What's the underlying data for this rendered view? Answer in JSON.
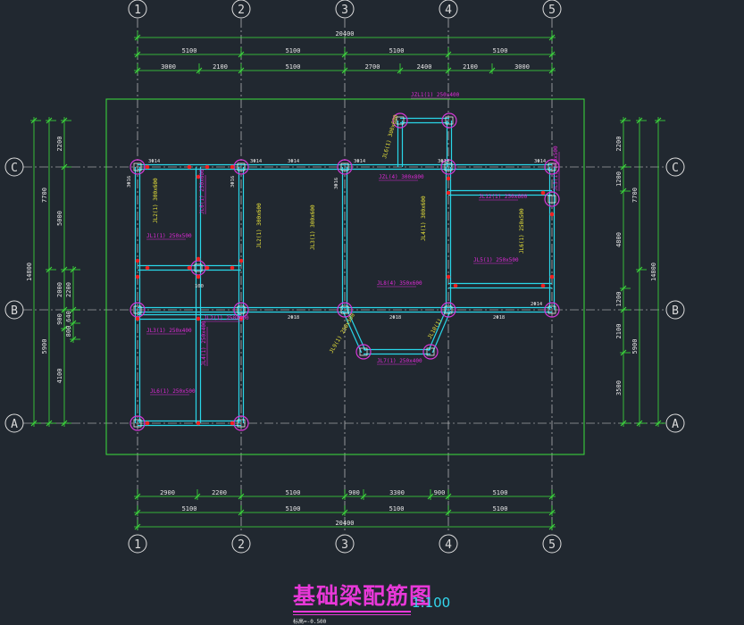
{
  "drawing": {
    "title": "基础梁配筋图",
    "scale": "1:100",
    "note": "标高=-0.500",
    "colors": {
      "background": "#212830",
      "axis": "#dcdcdc",
      "dimension": "#3ce03c",
      "beam": "#29d6e8",
      "column_pad": "#d838d8",
      "label_magenta": "#e02ad8",
      "label_yellow": "#e8e23a",
      "rebar_point": "#f21f1f",
      "text_white": "#e8e8e8",
      "title_scale": "#33d8ef"
    },
    "axes_vertical": [
      {
        "id": "v1",
        "label": "1"
      },
      {
        "id": "v2",
        "label": "2"
      },
      {
        "id": "v3",
        "label": "3"
      },
      {
        "id": "v4",
        "label": "4"
      },
      {
        "id": "v5",
        "label": "5"
      }
    ],
    "axes_horizontal": [
      {
        "id": "hC",
        "label": "C"
      },
      {
        "id": "hB",
        "label": "B"
      },
      {
        "id": "hA",
        "label": "A"
      }
    ],
    "dims_top": {
      "total": "20400",
      "row1": [
        "5100",
        "5100",
        "5100",
        "5100"
      ],
      "row2": [
        "3000",
        "2100",
        "5100",
        "2700",
        "2400",
        "2100",
        "3000"
      ]
    },
    "dims_bottom": {
      "total": "20400",
      "row1": [
        "2900",
        "2200",
        "5100",
        "900",
        "3300",
        "900",
        "5100"
      ],
      "row2": [
        "5100",
        "5100",
        "5100",
        "5100"
      ]
    },
    "dims_left": {
      "total": "14800",
      "outer": [
        "7700",
        "5900"
      ],
      "mid": [
        "2200",
        "5000",
        "2000",
        "900",
        "4100"
      ],
      "inner": [
        "2200",
        "640",
        "800"
      ]
    },
    "dims_right": {
      "total": "14800",
      "outer": [
        "7700",
        "5900"
      ],
      "mid": [
        "2200",
        "1200",
        "4800",
        "1200",
        "2100",
        "3500"
      ],
      "inner": [
        "2200"
      ]
    },
    "beam_labels_magenta": [
      {
        "id": "m1",
        "text": "JZL1(1) 250x400"
      },
      {
        "id": "m2",
        "text": "JZL(4) 300x800"
      },
      {
        "id": "m3",
        "text": "JL1(1) 250x500"
      },
      {
        "id": "m4",
        "text": "JL5(1) 250x500"
      },
      {
        "id": "m5",
        "text": "JL6(1) 250x500"
      },
      {
        "id": "m6",
        "text": "JL8(4) 350x600"
      },
      {
        "id": "m7",
        "text": "JL3(1) 250x400"
      },
      {
        "id": "m8",
        "text": "JL2(1) 250x400"
      },
      {
        "id": "m9",
        "text": "JL6(1) 250x600"
      },
      {
        "id": "m10",
        "text": "JL7(1) 250x400"
      },
      {
        "id": "m11",
        "text": "JL4(1) 250x400"
      },
      {
        "id": "m12",
        "text": "JL12(1) 250x600"
      },
      {
        "id": "m13",
        "text": "JL5(1) 250x500"
      }
    ],
    "beam_labels_yellow": [
      {
        "id": "y1",
        "text": "JL6(1) 300x600"
      },
      {
        "id": "y2",
        "text": "JL2(1) 300x600"
      },
      {
        "id": "y3",
        "text": "JL2(1) 300x600"
      },
      {
        "id": "y4",
        "text": "JL3(1) 300x600"
      },
      {
        "id": "y5",
        "text": "JL4(1) 300x600"
      },
      {
        "id": "y6",
        "text": "JL6(1) 250x500"
      },
      {
        "id": "y7",
        "text": "JL9(1) 250x500"
      },
      {
        "id": "y8",
        "text": "JL10(1)"
      }
    ],
    "rebar_labels": [
      "3Φ14",
      "3Φ14",
      "3Φ14",
      "3Φ14",
      "3Φ14",
      "3Φ14",
      "2Φ18",
      "2Φ18",
      "2Φ18",
      "3Φ16",
      "3Φ16",
      "3Φ16",
      "2Φ14",
      "100"
    ]
  }
}
